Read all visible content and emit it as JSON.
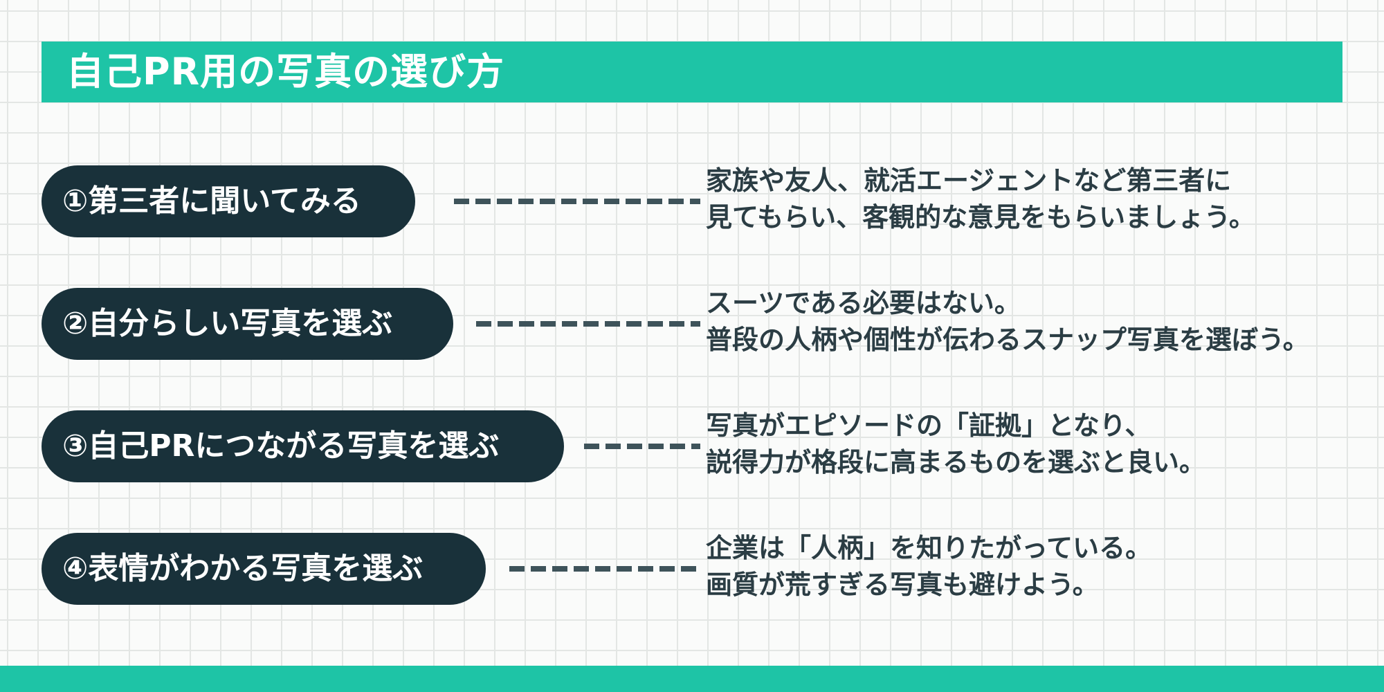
{
  "title": "自己PR用の写真の選び方",
  "colors": {
    "accent": "#1ec4a6",
    "pill": "#19313a",
    "text": "#2b3d44"
  },
  "items": [
    {
      "label": "①第三者に聞いてみる",
      "line1": "家族や友人、就活エージェントなど第三者に",
      "line2": "見てもらい、客観的な意見をもらいましょう。"
    },
    {
      "label": "②自分らしい写真を選ぶ",
      "line1": "スーツである必要はない。",
      "line2": "普段の人柄や個性が伝わるスナップ写真を選ぼう。"
    },
    {
      "label": "③自己PRにつながる写真を選ぶ",
      "line1": "写真がエピソードの「証拠」となり、",
      "line2": "説得力が格段に高まるものを選ぶと良い。"
    },
    {
      "label": "④表情がわかる写真を選ぶ",
      "line1": "企業は「人柄」を知りたがっている。",
      "line2": "画質が荒すぎる写真も避けよう。"
    }
  ]
}
